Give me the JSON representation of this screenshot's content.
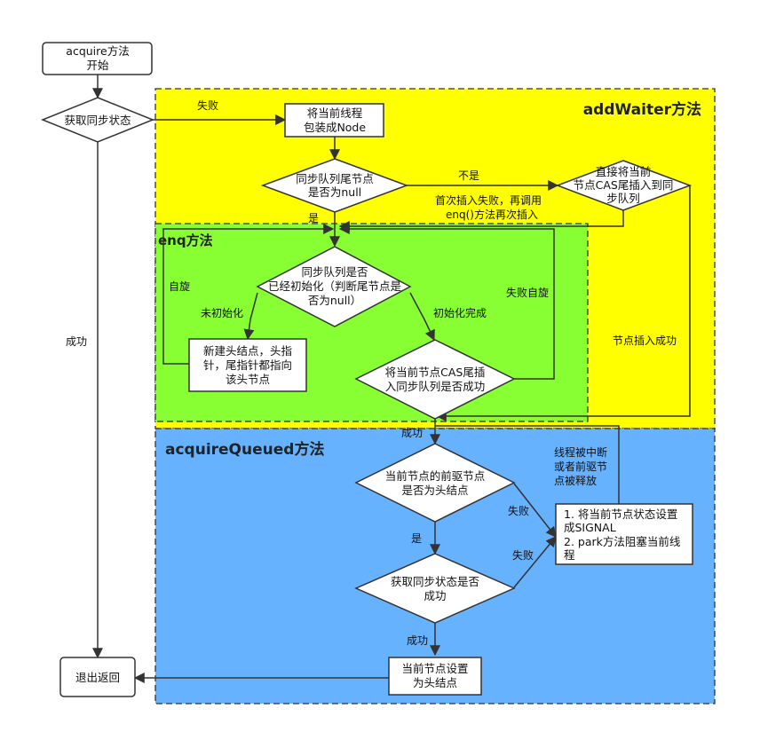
{
  "regions": {
    "add_waiter": "addWaiter方法",
    "enq": "enq方法",
    "acquire_queued": "acquireQueued方法"
  },
  "nodes": {
    "start": [
      "acquire方法",
      "开始"
    ],
    "try_acquire": [
      "获取同步状态"
    ],
    "wrap_node": [
      "将当前线程",
      "包装成Node"
    ],
    "tail_null": [
      "同步队列尾节点",
      "是否为null"
    ],
    "cas_tail": [
      "直接将当前",
      "节点CAS尾插入到同",
      "步队列"
    ],
    "queue_init": [
      "同步队列是否",
      "已经初始化（判断尾节点是",
      "否为null）"
    ],
    "new_head": [
      "新建头结点，头指",
      "针，尾指针都指向",
      "该头节点"
    ],
    "enq_cas": [
      "将当前节点CAS尾插",
      "入同步队列是否成功"
    ],
    "pred_head": [
      "当前节点的前驱节点",
      "是否为头结点"
    ],
    "park": [
      "1. 将当前节点状态设置",
      "成SIGNAL",
      "2. park方法阻塞当前线",
      "程"
    ],
    "acquire_again": [
      "获取同步状态是否",
      "成功"
    ],
    "set_head": [
      "当前节点设置",
      "为头结点"
    ],
    "exit": [
      "退出返回"
    ]
  },
  "edge_labels": {
    "fail": "失败",
    "not_null": "不是",
    "first_insert_fail": [
      "首次插入失败，再调用",
      "enq()方法再次插入"
    ],
    "is_null": "是",
    "spin": "自旋",
    "not_init": "未初始化",
    "init_done": "初始化完成",
    "fail_spin": "失败自旋",
    "insert_success": "节点插入成功",
    "success_main": "成功",
    "success_enq": "成功",
    "interrupted": [
      "线程被中断",
      "或者前驱节",
      "点被释放"
    ],
    "fail_pred": "失败",
    "yes": "是",
    "fail_acquire": "失败",
    "success_acquire": "成功"
  },
  "colors": {
    "add_waiter_fill": "#ffff00",
    "enq_fill": "#88ff33",
    "acquire_queued_fill": "#66b2ff",
    "node_fill": "#ffffff",
    "line": "#333333"
  }
}
